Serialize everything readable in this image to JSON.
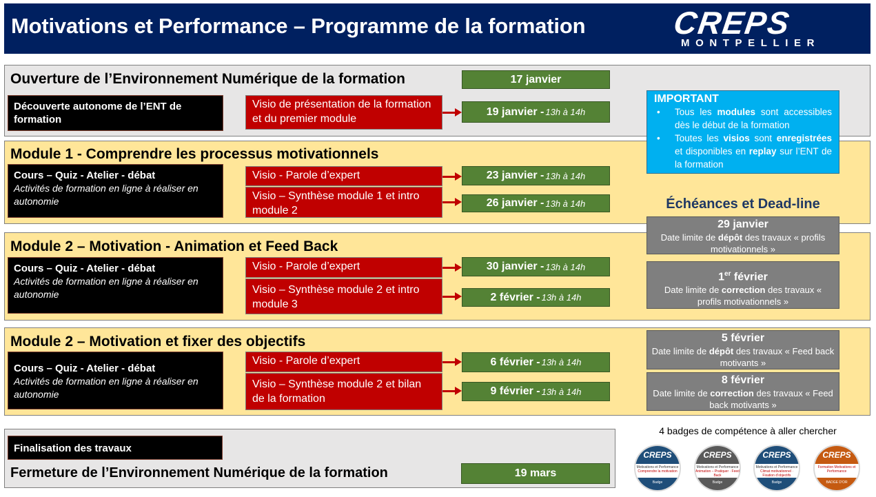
{
  "header": {
    "title": "Motivations et Performance – Programme de la formation",
    "logo_text": "CREPS",
    "logo_subtext": "MONTPELLIER"
  },
  "opening": {
    "title": "Ouverture de l’Environnement Numérique de la formation",
    "date": "17 janvier",
    "black_box": "Découverte autonome de l’ENT de formation",
    "visio": "Visio de présentation de la formation et du premier module",
    "visio_date": "19 janvier - ",
    "visio_time": "13h à 14h"
  },
  "modules": [
    {
      "title": "Module 1 - Comprendre les processus motivationnels",
      "activities_title": "Cours – Quiz - Atelier - débat",
      "activities_desc": "Activités de formation en ligne à réaliser en autonomie",
      "visio1": "Visio - Parole d’expert",
      "visio1_date": "23 janvier - ",
      "visio1_time": "13h à 14h",
      "visio2": "Visio – Synthèse module 1 et intro module 2",
      "visio2_date": "26 janvier - ",
      "visio2_time": "13h à 14h"
    },
    {
      "title": "Module 2 – Motivation - Animation et Feed Back",
      "activities_title": "Cours – Quiz - Atelier - débat",
      "activities_desc": "Activités de formation en ligne à réaliser en autonomie",
      "visio1": "Visio - Parole d’expert",
      "visio1_date": "30 janvier - ",
      "visio1_time": "13h à 14h",
      "visio2": "Visio – Synthèse module 2 et intro module 3",
      "visio2_date": "2 février - ",
      "visio2_time": "13h à 14h"
    },
    {
      "title": "Module 2 – Motivation et fixer des objectifs",
      "activities_title": "Cours – Quiz - Atelier - débat",
      "activities_desc": "Activités de formation en ligne à réaliser en autonomie",
      "visio1": "Visio - Parole d’expert",
      "visio1_date": "6 février - ",
      "visio1_time": "13h à 14h",
      "visio2": "Visio – Synthèse module 2 et bilan de la formation",
      "visio2_date": "9 février - ",
      "visio2_time": "13h à 14h"
    }
  ],
  "closing": {
    "black_box": "Finalisation des travaux",
    "title": "Fermeture de l’Environnement Numérique de la formation",
    "date": "19 mars"
  },
  "important": {
    "title": "IMPORTANT",
    "item1_a": "Tous les ",
    "item1_b": "modules",
    "item1_c": " sont accessibles dès le début de la formation",
    "item2_a": "Toutes les ",
    "item2_b": "visios",
    "item2_c": " sont ",
    "item2_d": "enregistrées",
    "item2_e": " et disponibles en ",
    "item2_f": "replay",
    "item2_g": " sur l’ENT de la formation"
  },
  "deadlines": {
    "title": "Échéances et Dead-line",
    "items": [
      {
        "date": "29 janvier",
        "a": "Date limite de ",
        "b": "dépôt",
        "c": " des travaux « profils motivationnels »"
      },
      {
        "date_main": "1",
        "date_sup": "er",
        "date_rest": " février",
        "a": "Date limite de ",
        "b": "correction",
        "c": " des travaux « profils motivationnels »"
      },
      {
        "date": "5 février",
        "a": "Date limite de ",
        "b": "dépôt",
        "c": " des travaux « Feed back motivants »"
      },
      {
        "date": "8 février",
        "a": "Date limite de ",
        "b": "correction",
        "c": " des travaux « Feed back motivants »"
      }
    ]
  },
  "badges": {
    "caption": "4 badges de compétence à aller chercher",
    "items": [
      {
        "logo": "CREPS",
        "line1": "Motivations et Performance",
        "label": "Comprendre la motivation",
        "footer": "Badge",
        "color": "#1f4e79"
      },
      {
        "logo": "CREPS",
        "line1": "Motivations et Performance",
        "label": "Animation – Pratiquer · Feed Back",
        "footer": "Badge",
        "color": "#595959"
      },
      {
        "logo": "CREPS",
        "line1": "Motivations et Performance",
        "label": "Climat motivationnel · Fixation d’objectifs",
        "footer": "Badge",
        "color": "#1f4e79"
      },
      {
        "logo": "CREPS",
        "line1": "Formation Motivations et Performance",
        "label": "",
        "footer": "BADGE D’OR",
        "color": "#c55a11"
      }
    ]
  },
  "colors": {
    "header_bg": "#002060",
    "band_grey": "#e7e6e6",
    "band_yellow": "#ffe699",
    "visio_red": "#c00000",
    "date_green": "#548235",
    "important_blue": "#00b0f0",
    "deadline_grey": "#7f7f7f"
  }
}
